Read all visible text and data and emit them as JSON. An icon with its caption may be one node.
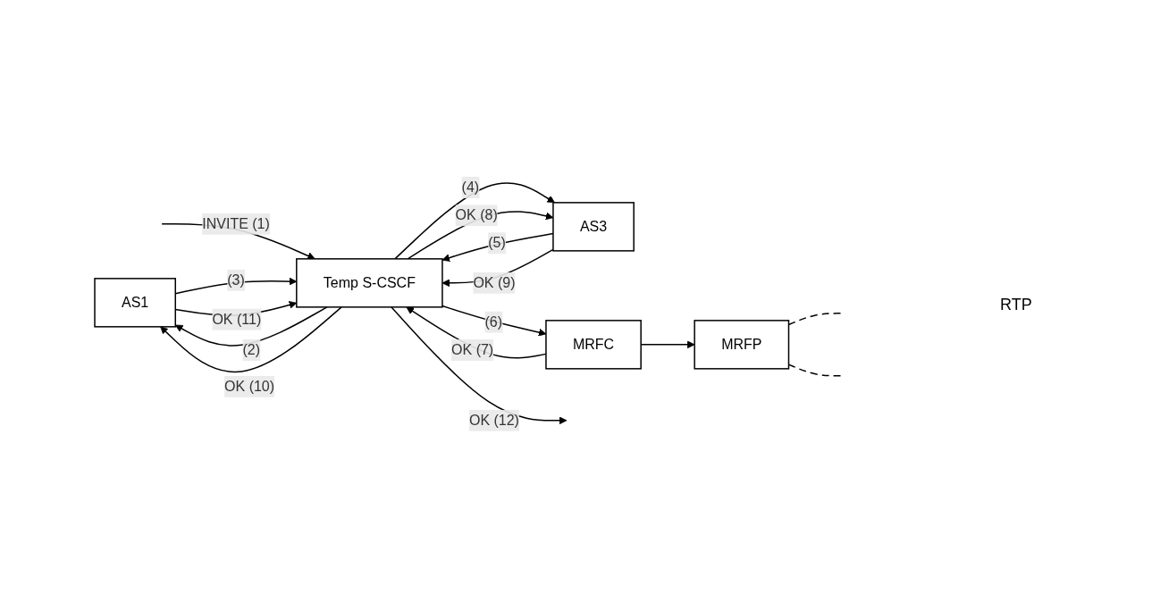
{
  "diagram": {
    "nodes": [
      {
        "text": [
          "AS1"
        ]
      },
      {
        "text": [
          "AS3"
        ]
      },
      {
        "text": [
          "MRFC"
        ]
      },
      {
        "text": [
          "MRFP"
        ]
      },
      {
        "text": [
          "Temp S-CSCF"
        ]
      }
    ],
    "edges": [
      {
        "from": null,
        "to": 4,
        "arrow": "to",
        "label": "INVITE (1)"
      },
      {
        "from": 4,
        "to": 0,
        "arrow": "to",
        "label": "(2)"
      },
      {
        "from": 0,
        "to": 4,
        "arrow": "to",
        "label": "(3)"
      },
      {
        "from": 4,
        "to": 1,
        "arrow": "to",
        "label": "(4)"
      },
      {
        "from": 1,
        "to": 4,
        "arrow": "to",
        "label": "(5)"
      },
      {
        "from": 4,
        "to": 2,
        "arrow": "to",
        "label": "(6)"
      },
      {
        "from": 2,
        "to": 4,
        "arrow": "to",
        "label": "OK (7)"
      },
      {
        "from": 4,
        "to": 1,
        "arrow": "to",
        "label": "OK (8)"
      },
      {
        "from": 1,
        "to": 4,
        "arrow": "to",
        "label": "OK (9)"
      },
      {
        "from": 4,
        "to": 0,
        "arrow": "to",
        "label": "OK (10)"
      },
      {
        "from": 0,
        "to": 4,
        "arrow": "to",
        "label": "OK (11)"
      },
      {
        "from": 4,
        "to": null,
        "arrow": "to",
        "label": "OK (12)"
      },
      {
        "from": 2,
        "to": 3,
        "arrow": "to"
      },
      {
        "from": 3,
        "to": null,
        "arrow": "none",
        "style": "dashed"
      },
      {
        "from": 3,
        "to": null,
        "arrow": "none",
        "style": "dashed"
      }
    ],
    "labels": [
      "RTP"
    ]
  }
}
